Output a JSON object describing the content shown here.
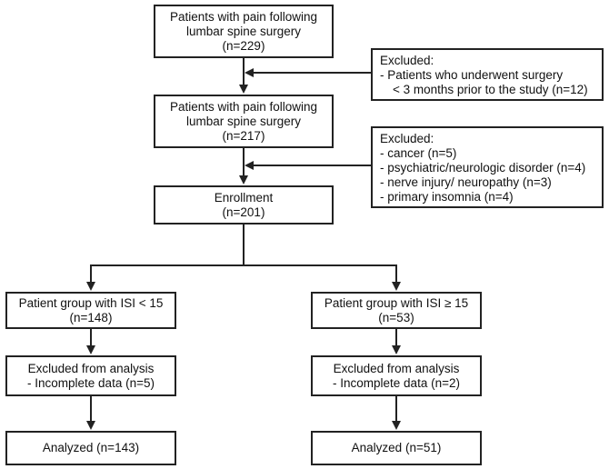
{
  "boxes": {
    "initial": {
      "lines": [
        "Patients with pain following",
        "lumbar spine surgery",
        "(n=229)"
      ]
    },
    "excluded1": {
      "lines": [
        "Excluded:",
        "- Patients who underwent surgery",
        "< 3 months prior to the study (n=12)"
      ]
    },
    "second": {
      "lines": [
        "Patients with pain following",
        "lumbar spine surgery",
        "(n=217)"
      ]
    },
    "excluded2": {
      "lines": [
        "Excluded:",
        "- cancer (n=5)",
        "- psychiatric/neurologic disorder (n=4)",
        "- nerve injury/ neuropathy (n=3)",
        "- primary insomnia (n=4)"
      ]
    },
    "enrollment": {
      "lines": [
        "Enrollment",
        "(n=201)"
      ]
    },
    "group_low": {
      "lines": [
        "Patient group with ISI < 15",
        "(n=148)"
      ]
    },
    "group_high": {
      "lines": [
        "Patient group with ISI ≥ 15",
        "(n=53)"
      ]
    },
    "excl_low": {
      "lines": [
        "Excluded from analysis",
        "- Incomplete data (n=5)"
      ]
    },
    "excl_high": {
      "lines": [
        "Excluded from analysis",
        "- Incomplete data (n=2)"
      ]
    },
    "analyzed_low": {
      "lines": [
        "Analyzed (n=143)"
      ]
    },
    "analyzed_high": {
      "lines": [
        "Analyzed (n=51)"
      ]
    }
  }
}
